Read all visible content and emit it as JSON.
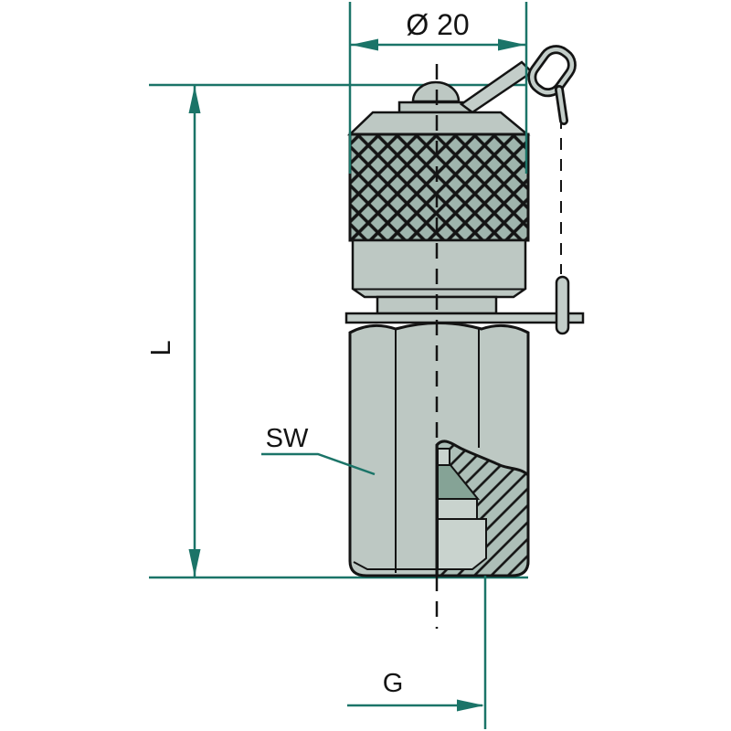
{
  "drawing_type": "technical-dimension-drawing",
  "labels": {
    "diameter": "Ø 20",
    "length": "L",
    "wrench_size": "SW",
    "thread": "G"
  },
  "colors": {
    "background": "#ffffff",
    "dimension_color": "#1b7468",
    "outline_color": "#141414",
    "body_fill": "#bdc8c3",
    "metal_fill": "#c3cdc9",
    "knurl_fill": "#9fb5ad",
    "section_fill": "#adbfb8",
    "bore_fill": "#c9d3ce",
    "seat_fill": "#85a396"
  }
}
